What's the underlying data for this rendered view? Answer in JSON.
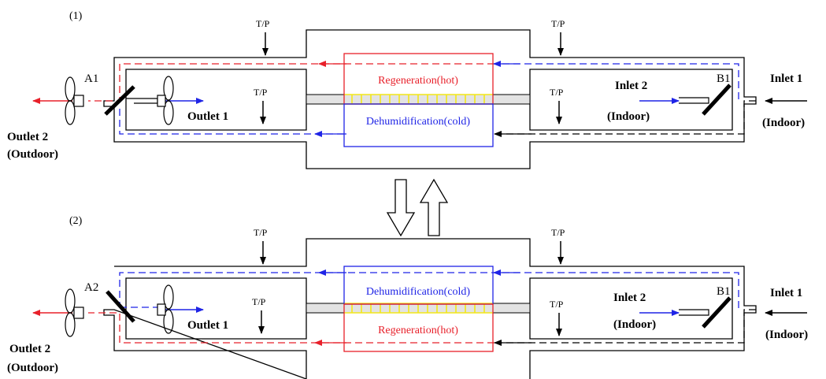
{
  "panels": [
    {
      "label": "(1)",
      "tp": [
        "T/P",
        "T/P",
        "T/P",
        "T/P"
      ],
      "zone_top": "Regeneration(hot)",
      "zone_bottom": "Dehumidification(cold)",
      "outlet1": "Outlet 1",
      "outlet2": "Outlet 2",
      "outlet2_sub": "(Outdoor)",
      "inlet1": "Inlet 1",
      "inlet1_sub": "(Indoor)",
      "inlet2": "Inlet 2",
      "inlet2_sub": "(Indoor)",
      "damper_left": "A1",
      "damper_right": "B1"
    },
    {
      "label": "(2)",
      "tp": [
        "T/P",
        "T/P",
        "T/P",
        "T/P"
      ],
      "zone_top": "Dehumidification(cold)",
      "zone_bottom": "Regeneration(hot)",
      "outlet1": "Outlet 1",
      "outlet2": "Outlet 2",
      "outlet2_sub": "(Outdoor)",
      "inlet1": "Inlet 1",
      "inlet1_sub": "(Indoor)",
      "inlet2": "Inlet 2",
      "inlet2_sub": "(Indoor)",
      "damper_left": "A2",
      "damper_right": "B1"
    }
  ],
  "colors": {
    "line": "#000000",
    "hot": "#e8202a",
    "cold": "#1f24e6",
    "return": "#000000",
    "coating": "#f2e61a",
    "bed_fill": "#e3e3e3",
    "hot_text": "#e8202a",
    "cold_text": "#1f24e6"
  }
}
